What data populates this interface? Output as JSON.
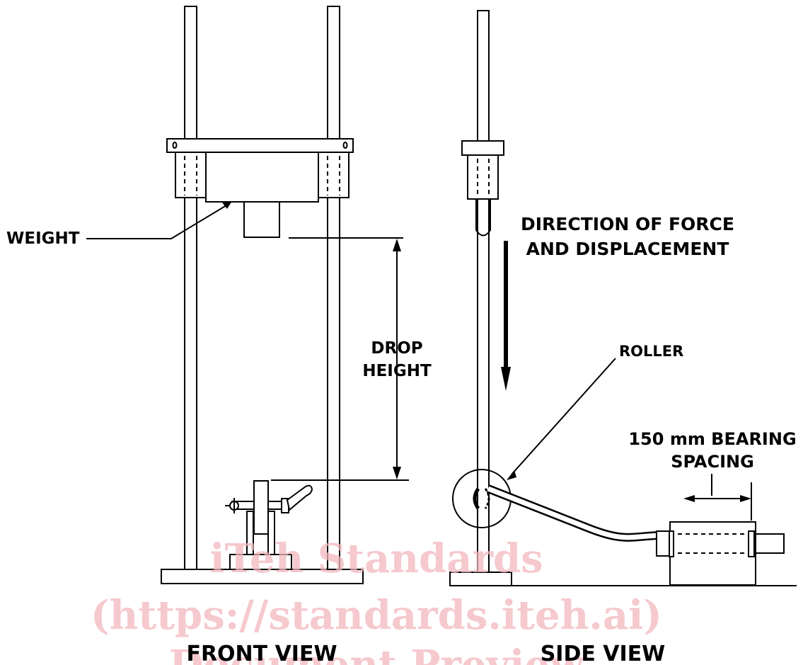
{
  "labels": {
    "weight": "WEIGHT",
    "drop_height_1": "DROP",
    "drop_height_2": "HEIGHT",
    "direction_1": "DIRECTION OF FORCE",
    "direction_2": "AND DISPLACEMENT",
    "roller": "ROLLER",
    "bearing_1": "150 mm BEARING",
    "bearing_2": "SPACING",
    "front_view": "FRONT VIEW",
    "side_view": "SIDE VIEW"
  },
  "watermark": {
    "line1": "iTeh Standards",
    "line2": "(https://standards.iteh.ai)",
    "line3": "Document Preview"
  }
}
